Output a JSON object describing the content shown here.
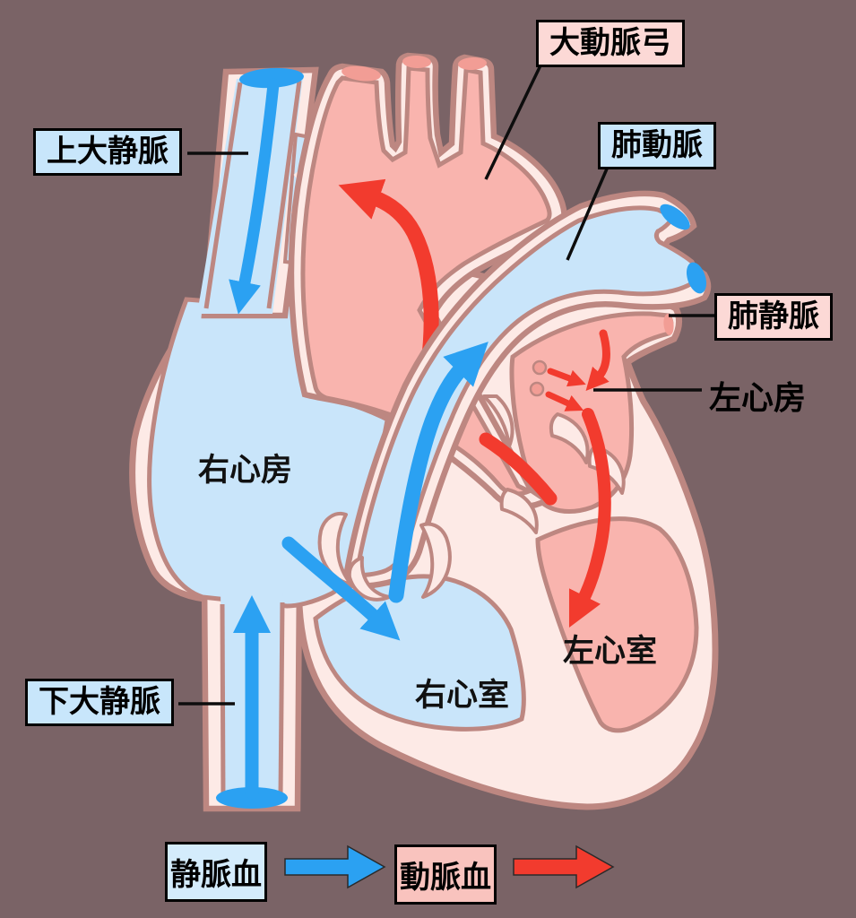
{
  "labels": {
    "aortic_arch": "大動脈弓",
    "superior_vena_cava": "上大静脈",
    "pulmonary_artery": "肺動脈",
    "pulmonary_vein": "肺静脈",
    "left_atrium": "左心房",
    "right_atrium": "右心房",
    "right_ventricle": "右心室",
    "left_ventricle": "左心室",
    "inferior_vena_cava": "下大静脈"
  },
  "legend": {
    "venous_blood": "静脈血",
    "arterial_blood": "動脈血"
  },
  "colors": {
    "background": "#7a6366",
    "heart_wall_fill": "#fdeae6",
    "heart_wall_line": "#bd8781",
    "venous_chamber": "#c9e5fa",
    "venous_arrow": "#2ba1f2",
    "arterial_chamber": "#f9b4ae",
    "vessel_cut_surface": "#f29d95",
    "arterial_arrow": "#f23b2e",
    "callout_blue": "#c8e6fb",
    "callout_pink": "#fcd9d6",
    "legend_blue": "#d4ecfc",
    "legend_pink": "#f9c3be"
  }
}
